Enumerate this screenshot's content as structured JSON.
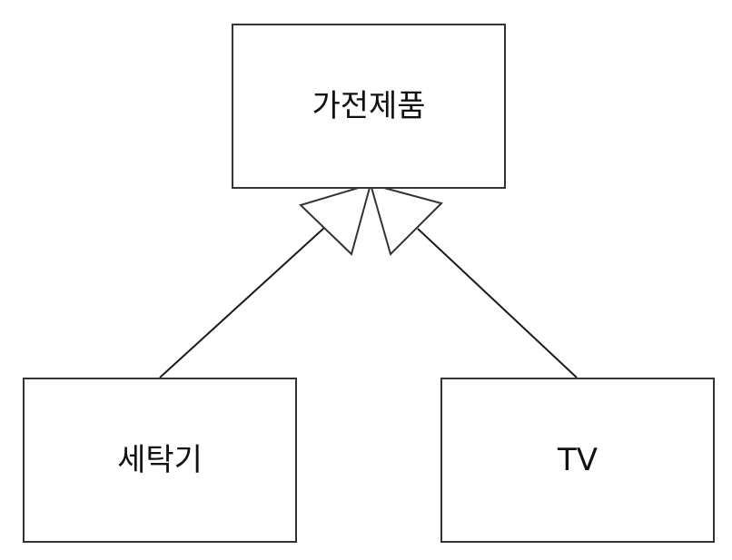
{
  "diagram": {
    "parent": {
      "label": "가전제품"
    },
    "children": [
      {
        "label": "세탁기"
      },
      {
        "label": "TV"
      }
    ],
    "relation": "inheritance",
    "colors": {
      "stroke": "#333333",
      "line": "#1a1a1a",
      "fill": "#ffffff",
      "text": "#111111"
    }
  }
}
